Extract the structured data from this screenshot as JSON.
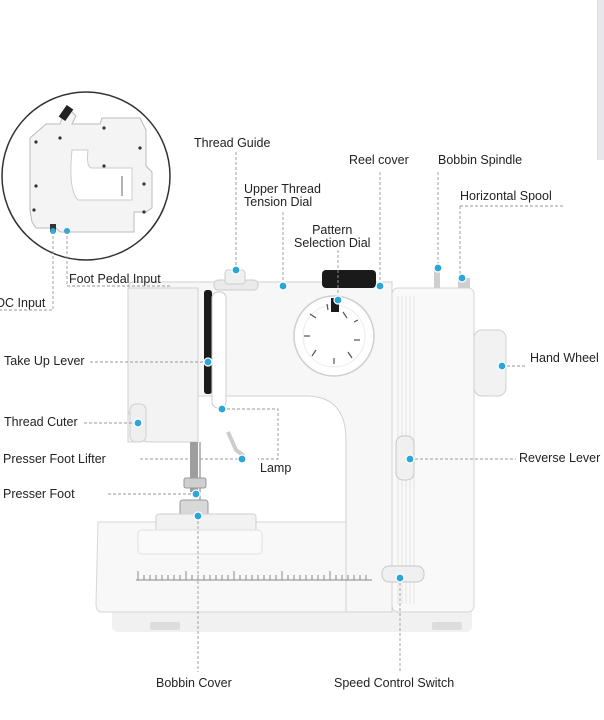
{
  "labels": {
    "thread_guide": "Thread Guide",
    "reel_cover": "Reel cover",
    "bobbin_spindle": "Bobbin Spindle",
    "upper_thread_tension_dial_1": "Upper Thread",
    "upper_thread_tension_dial_2": "Tension Dial",
    "horizontal_spool": "Horizontal Spool",
    "pattern_selection_dial_1": "Pattern",
    "pattern_selection_dial_2": "Selection Dial",
    "foot_pedal_input": "Foot Pedal Input",
    "dc_input": "DC Input",
    "take_up_lever": "Take Up Lever",
    "hand_wheel": "Hand Wheel",
    "thread_cuter": "Thread Cuter",
    "reverse_lever": "Reverse Lever",
    "presser_foot_lifter": "Presser Foot Lifter",
    "lamp": "Lamp",
    "presser_foot": "Presser Foot",
    "bobbin_cover": "Bobbin Cover",
    "speed_control_switch": "Speed Control Switch"
  },
  "colors": {
    "marker": "#2aa6d9",
    "leader": "#9a9a9a",
    "machine_body": "#f7f7f7",
    "machine_outline": "#d0d0d0"
  }
}
